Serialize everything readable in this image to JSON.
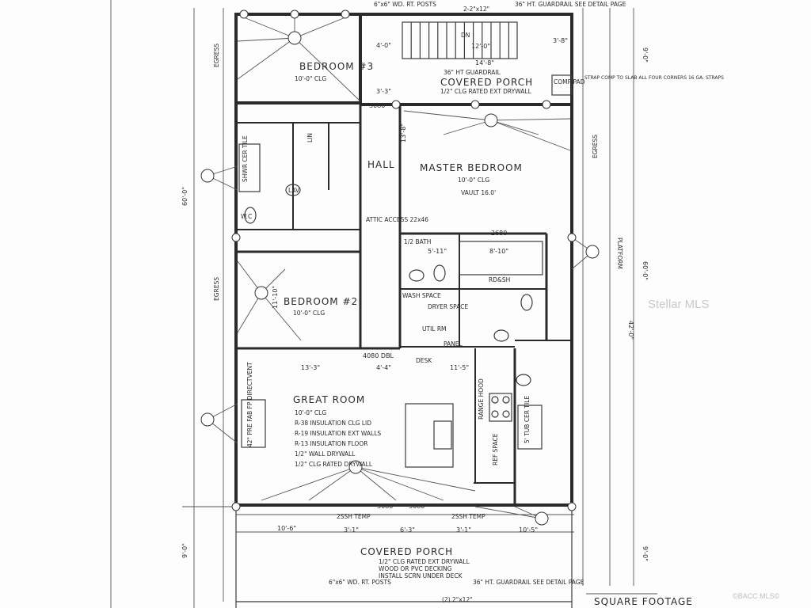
{
  "rooms": {
    "bedroom3": "BEDROOM #3",
    "bedroom3_ceiling": "10'-0\" CLG",
    "covered_porch_top": "COVERED PORCH",
    "covered_porch_top_note": "1/2\" CLG RATED EXT DRYWALL",
    "master_bedroom": "MASTER BEDROOM",
    "master_ceiling": "10'-0\" CLG",
    "master_vaulted": "VAULT 16.0'",
    "hall": "HALL",
    "half_bath": "1/2 BATH",
    "bedroom2": "BEDROOM #2",
    "bedroom2_ceiling": "10'-0\" CLG",
    "utility_room": "UTIL RM",
    "great_room": "GREAT ROOM",
    "great_room_notes": [
      "10'-0\" CLG",
      "R-38 INSULATION CLG LID",
      "R-19 INSULATION EXT WALLS",
      "R-13 INSULATION FLOOR",
      "1/2\" WALL DRYWALL",
      "1/2\" CLG RATED DRYWALL"
    ],
    "covered_porch_bottom": "COVERED PORCH",
    "covered_porch_bottom_notes": [
      "1/2\" CLG RATED EXT DRYWALL",
      "WOOD OR PVC DECKING",
      "INSTALL SCRN UNDER DECK"
    ],
    "attic_access": "ATTIC ACCESS 22x46",
    "wash_space": "WASH SPACE",
    "dryer_space": "DRYER SPACE",
    "desk": "DESK",
    "platform": "PLATFORM",
    "lin": "LIN",
    "lav": "LAV",
    "wc": "W.C",
    "shower": "SHWR CER TILE",
    "tub": "5' TUB CER TILE",
    "range_hood": "RANGE HOOD",
    "ref_space": "REF SPACE",
    "comp_pad": "COMP PAD",
    "rdsh": "RD&SH",
    "fireplace": "42\" PRE FAB FP DIRECTVENT",
    "panel": "PANEL"
  },
  "notes": {
    "posts_top": "6\"x6\" WD. RT. POSTS",
    "beam_top": "2-2\"x12\"",
    "guardrail_top": "36\" HT. GUARDRAIL SEE DETAIL PAGE",
    "stair_dn": "DN",
    "guardrail_36": "36\" HT GUARDRAIL",
    "comp_note": "STRAP COMP TO SLAB ALL FOUR CORNERS 16 GA. STRAPS",
    "posts_bottom": "6\"x6\" WD. RT. POSTS",
    "guardrail_bottom": "36\" HT. GUARDRAIL SEE DETAIL PAGE",
    "beam_bottom": "(2) 2\"x12\"",
    "square_footage": "SQUARE FOOTAGE",
    "egress": "EGRESS",
    "temp": "2SSH TEMP"
  },
  "dimensions": {
    "overall_left": "60'-0\"",
    "overall_right": "60'-0\"",
    "width_right": "42'-0\"",
    "porch_top": "9'-0\"",
    "porch_bottom_right": "9'-0\"",
    "porch_bottom_left": "9'-0\"",
    "stair_run": "12'-0\"",
    "stair_total": "14'-8\"",
    "d_4_0": "4'-0\"",
    "d_3_3": "3'-3\"",
    "d_3_8": "3'-8\"",
    "d_13_3": "13'-3\"",
    "d_4_4": "4'-4\"",
    "d_11_5": "11'-5\"",
    "d_10_6": "10'-6\"",
    "d_6_3": "6'-3\"",
    "d_3_1a": "3'-1\"",
    "d_3_1b": "3'-1\"",
    "d_10_5": "10'-5\"",
    "d_5_11": "5'-11\"",
    "d_8_10": "8'-10\"",
    "d_11_10": "11'-10\"",
    "d_13_8": "13'-8\"",
    "door_3080a": "3080",
    "door_3080b": "3080",
    "door_3080c": "3080",
    "door_2680": "2680",
    "door_4080": "4080 DBL"
  },
  "watermarks": {
    "stellar": "Stellar MLS",
    "bacc": "©BACC MLS©"
  },
  "colors": {
    "ink": "#2a2a2a",
    "paper": "#fdfdfd",
    "watermark": "#c9c9c9"
  }
}
